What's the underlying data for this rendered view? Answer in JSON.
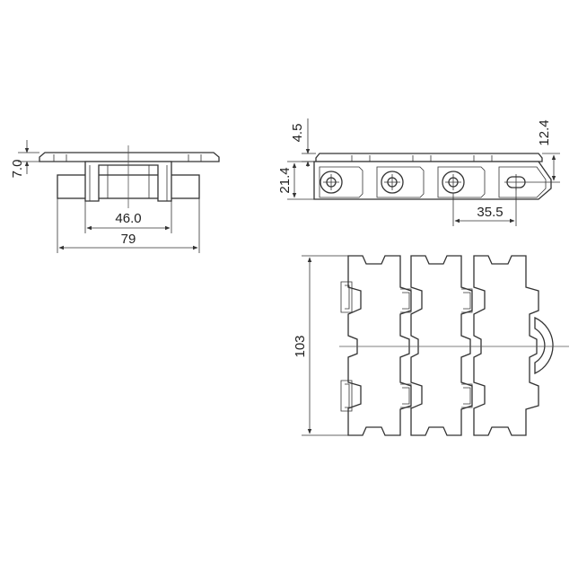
{
  "dimensions": {
    "side_height": "7.0",
    "inner_width": "46.0",
    "overall_width": "79",
    "top_thickness": "4.5",
    "body_height": "21.4",
    "pin_offset": "12.4",
    "pitch": "35.5",
    "overall_length": "103"
  },
  "colors": {
    "line": "#333333",
    "background": "#ffffff"
  }
}
